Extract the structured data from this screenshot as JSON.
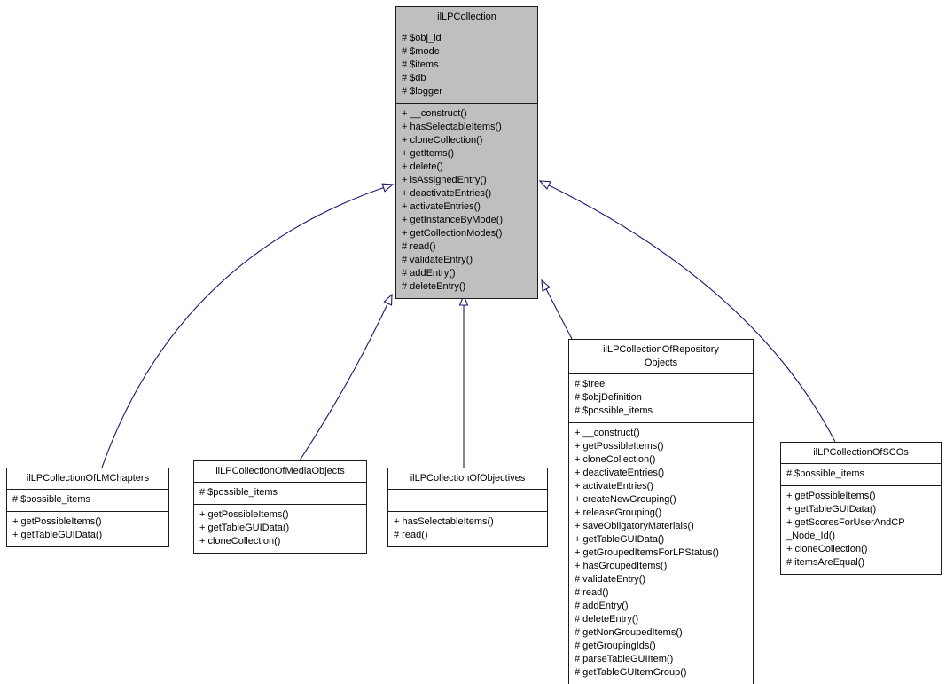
{
  "colors": {
    "edge": "#191970",
    "base_node_fill": "#bfbfbf",
    "node_fill": "#ffffff",
    "node_border": "#1c1c1c",
    "background": "#ffffff"
  },
  "classes": {
    "base": {
      "title_lines": [
        "ilLPCollection"
      ],
      "attributes": [
        "# $obj_id",
        "# $mode",
        "# $items",
        "# $db",
        "# $logger"
      ],
      "methods": [
        "+ __construct()",
        "+ hasSelectableItems()",
        "+ cloneCollection()",
        "+ getItems()",
        "+ delete()",
        "+ isAssignedEntry()",
        "+ deactivateEntries()",
        "+ activateEntries()",
        "+ getInstanceByMode()",
        "+ getCollectionModes()",
        "# read()",
        "# validateEntry()",
        "# addEntry()",
        "# deleteEntry()"
      ]
    },
    "lmchapters": {
      "title_lines": [
        "ilLPCollectionOfLMChapters"
      ],
      "attributes": [
        "# $possible_items"
      ],
      "methods": [
        "+ getPossibleItems()",
        "+ getTableGUIData()"
      ]
    },
    "mediaobjects": {
      "title_lines": [
        "ilLPCollectionOfMediaObjects"
      ],
      "attributes": [
        "# $possible_items"
      ],
      "methods": [
        "+ getPossibleItems()",
        "+ getTableGUIData()",
        "+ cloneCollection()"
      ]
    },
    "objectives": {
      "title_lines": [
        "ilLPCollectionOfObjectives"
      ],
      "attributes": [],
      "methods": [
        "+ hasSelectableItems()",
        "# read()"
      ]
    },
    "repository": {
      "title_lines": [
        "ilLPCollectionOfRepository",
        "Objects"
      ],
      "attributes": [
        "# $tree",
        "# $objDefinition",
        "# $possible_items"
      ],
      "methods": [
        "+ __construct()",
        "+ getPossibleItems()",
        "+ cloneCollection()",
        "+ deactivateEntries()",
        "+ activateEntries()",
        "+ createNewGrouping()",
        "+ releaseGrouping()",
        "+ saveObligatoryMaterials()",
        "+ getTableGUIData()",
        "+ getGroupedItemsForLPStatus()",
        "+ hasGroupedItems()",
        "# validateEntry()",
        "# read()",
        "# addEntry()",
        "# deleteEntry()",
        "# getNonGroupedItems()",
        "# getGroupingIds()",
        "# parseTableGUIItem()",
        "# getTableGUItemGroup()"
      ]
    },
    "scos": {
      "title_lines": [
        "ilLPCollectionOfSCOs"
      ],
      "attributes": [
        "# $possible_items"
      ],
      "methods": [
        "+ getPossibleItems()",
        "+ getTableGUIData()",
        "+ getScoresForUserAndCP _Node_Id()",
        "+ cloneCollection()",
        "# itemsAreEqual()"
      ]
    }
  },
  "edges": [
    {
      "from": "ilLPCollectionOfLMChapters",
      "to": "ilLPCollection",
      "type": "inheritance"
    },
    {
      "from": "ilLPCollectionOfMediaObjects",
      "to": "ilLPCollection",
      "type": "inheritance"
    },
    {
      "from": "ilLPCollectionOfObjectives",
      "to": "ilLPCollection",
      "type": "inheritance"
    },
    {
      "from": "ilLPCollectionOfRepositoryObjects",
      "to": "ilLPCollection",
      "type": "inheritance"
    },
    {
      "from": "ilLPCollectionOfSCOs",
      "to": "ilLPCollection",
      "type": "inheritance"
    }
  ]
}
